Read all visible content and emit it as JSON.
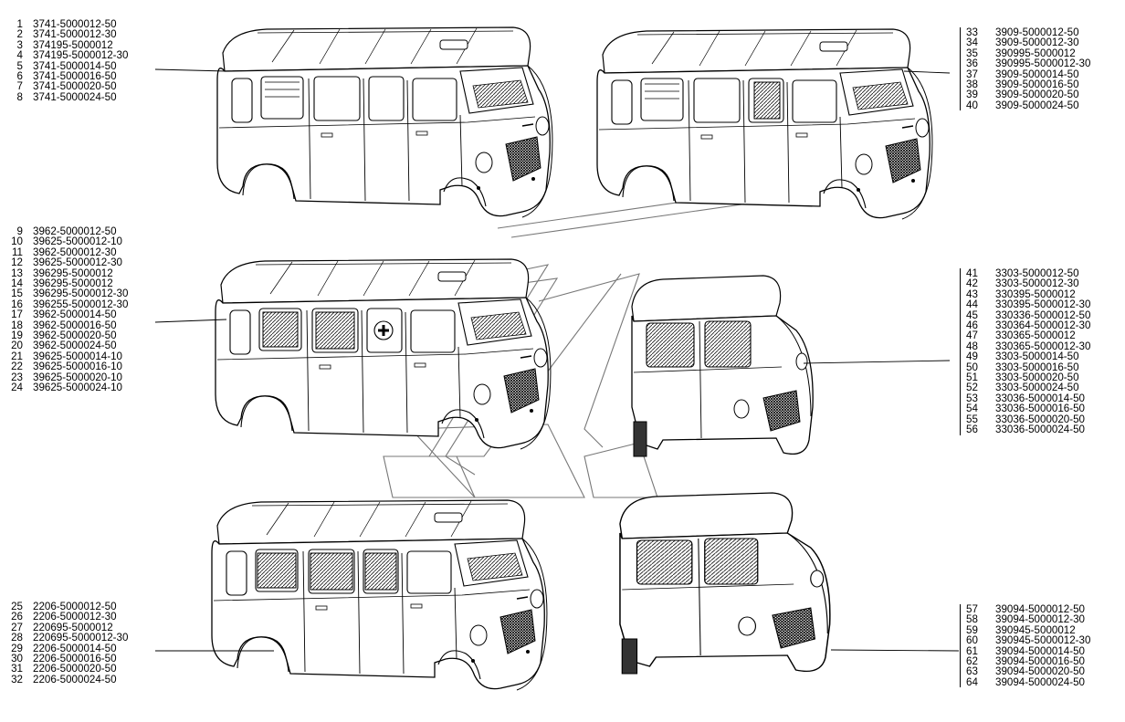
{
  "lists": {
    "a": [
      {
        "num": "1",
        "code": "3741-5000012-50"
      },
      {
        "num": "2",
        "code": "3741-5000012-30"
      },
      {
        "num": "3",
        "code": "374195-5000012"
      },
      {
        "num": "4",
        "code": "374195-5000012-30"
      },
      {
        "num": "5",
        "code": "3741-5000014-50"
      },
      {
        "num": "6",
        "code": "3741-5000016-50"
      },
      {
        "num": "7",
        "code": "3741-5000020-50"
      },
      {
        "num": "8",
        "code": "3741-5000024-50"
      }
    ],
    "b": [
      {
        "num": "33",
        "code": "3909-5000012-50"
      },
      {
        "num": "34",
        "code": "3909-5000012-30"
      },
      {
        "num": "35",
        "code": "390995-5000012"
      },
      {
        "num": "36",
        "code": "390995-5000012-30"
      },
      {
        "num": "37",
        "code": "3909-5000014-50"
      },
      {
        "num": "38",
        "code": "3909-5000016-50"
      },
      {
        "num": "39",
        "code": "3909-5000020-50"
      },
      {
        "num": "40",
        "code": "3909-5000024-50"
      }
    ],
    "c": [
      {
        "num": "9",
        "code": "3962-5000012-50"
      },
      {
        "num": "10",
        "code": "39625-5000012-10"
      },
      {
        "num": "11",
        "code": "3962-5000012-30"
      },
      {
        "num": "12",
        "code": "39625-5000012-30"
      },
      {
        "num": "13",
        "code": "396295-5000012"
      },
      {
        "num": "14",
        "code": "396295-5000012"
      },
      {
        "num": "15",
        "code": "396295-5000012-30"
      },
      {
        "num": "16",
        "code": "396255-5000012-30"
      },
      {
        "num": "17",
        "code": "3962-5000014-50"
      },
      {
        "num": "18",
        "code": "3962-5000016-50"
      },
      {
        "num": "19",
        "code": "3962-5000020-50"
      },
      {
        "num": "20",
        "code": "3962-5000024-50"
      },
      {
        "num": "21",
        "code": "39625-5000014-10"
      },
      {
        "num": "22",
        "code": "39625-5000016-10"
      },
      {
        "num": "23",
        "code": "39625-5000020-10"
      },
      {
        "num": "24",
        "code": "39625-5000024-10"
      }
    ],
    "d": [
      {
        "num": "41",
        "code": "3303-5000012-50"
      },
      {
        "num": "42",
        "code": "3303-5000012-30"
      },
      {
        "num": "43",
        "code": "330395-5000012"
      },
      {
        "num": "44",
        "code": "330395-5000012-30"
      },
      {
        "num": "45",
        "code": "330336-5000012-50"
      },
      {
        "num": "46",
        "code": "330364-5000012-30"
      },
      {
        "num": "47",
        "code": "330365-5000012"
      },
      {
        "num": "48",
        "code": "330365-5000012-30"
      },
      {
        "num": "49",
        "code": "3303-5000014-50"
      },
      {
        "num": "50",
        "code": "3303-5000016-50"
      },
      {
        "num": "51",
        "code": "3303-5000020-50"
      },
      {
        "num": "52",
        "code": "3303-5000024-50"
      },
      {
        "num": "53",
        "code": "33036-5000014-50"
      },
      {
        "num": "54",
        "code": "33036-5000016-50"
      },
      {
        "num": "55",
        "code": "33036-5000020-50"
      },
      {
        "num": "56",
        "code": "33036-5000024-50"
      }
    ],
    "e": [
      {
        "num": "25",
        "code": "2206-5000012-50"
      },
      {
        "num": "26",
        "code": "2206-5000012-30"
      },
      {
        "num": "27",
        "code": "220695-5000012"
      },
      {
        "num": "28",
        "code": "220695-5000012-30"
      },
      {
        "num": "29",
        "code": "2206-5000014-50"
      },
      {
        "num": "30",
        "code": "2206-5000016-50"
      },
      {
        "num": "31",
        "code": "2206-5000020-50"
      },
      {
        "num": "32",
        "code": "2206-5000024-50"
      }
    ],
    "f": [
      {
        "num": "57",
        "code": "39094-5000012-50"
      },
      {
        "num": "58",
        "code": "39094-5000012-30"
      },
      {
        "num": "59",
        "code": "390945-5000012"
      },
      {
        "num": "60",
        "code": "390945-5000012-30"
      },
      {
        "num": "61",
        "code": "39094-5000014-50"
      },
      {
        "num": "62",
        "code": "39094-5000016-50"
      },
      {
        "num": "63",
        "code": "39094-5000020-50"
      },
      {
        "num": "64",
        "code": "39094-5000024-50"
      }
    ]
  },
  "colors": {
    "ink": "#000000",
    "watermark": "#777777",
    "paper": "#ffffff",
    "window_dark": "#333333"
  },
  "watermark_logo": "uaz-logo"
}
